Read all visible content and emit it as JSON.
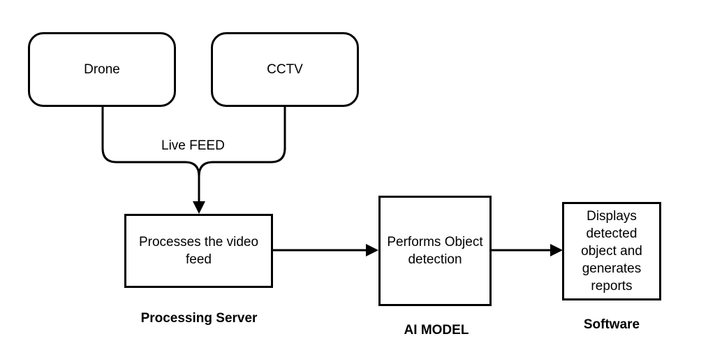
{
  "nodes": {
    "drone": "Drone",
    "cctv": "CCTV",
    "server": "Processes the video feed",
    "ai": "Performs Object detection",
    "software": "Displays detected object and generates reports"
  },
  "edge_labels": {
    "live_feed": "Live FEED"
  },
  "captions": {
    "server": "Processing Server",
    "ai": "AI MODEL",
    "software": "Software"
  },
  "colors": {
    "stroke": "#000000",
    "background": "#ffffff"
  }
}
